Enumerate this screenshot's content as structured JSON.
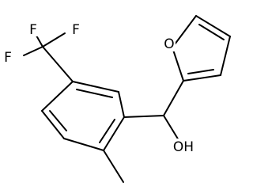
{
  "molecule": {
    "atoms": {
      "f_top": "F",
      "f_left": "F",
      "f_right": "F",
      "oxygen_ring": "O",
      "hydroxyl": "OH"
    }
  }
}
